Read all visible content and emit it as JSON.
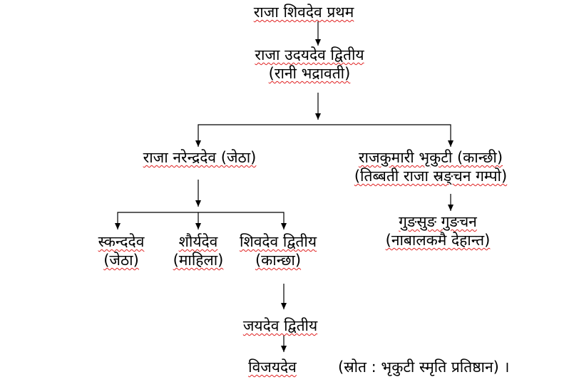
{
  "colors": {
    "line": "#000000",
    "spellcheck_underline": "#e02020"
  },
  "nodes": {
    "shivadeva_1": {
      "name": "राजा शिवदेव प्रथम"
    },
    "udayadeva_2": {
      "name": "राजा उदयदेव द्वितीय",
      "note": "(रानी भद्रावती)"
    },
    "narendradeva": {
      "name": "राजा नरेन्द्रदेव (जेठा)"
    },
    "bhrikuti": {
      "name": "राजकुमारी भृकुटी (कान्छी)",
      "note": "(तिब्बती राजा स्रङ्चन गम्पो)"
    },
    "skandadeva": {
      "name": "स्कन्ददेव",
      "note": "(जेठा)"
    },
    "shauryadeva": {
      "name": "शौर्यदेव",
      "note": "(माहिला)"
    },
    "shivadeva_2": {
      "name": "शिवदेव द्वितीय",
      "note": "(कान्छा)"
    },
    "gungsung": {
      "name": "गुङसुङ गुङचन",
      "note": "(नाबालकमै देहान्त)"
    },
    "jayadeva_2": {
      "name": "जयदेव द्वितीय"
    },
    "vijayadeva": {
      "name": "विजयदेव"
    }
  },
  "source_note": "(स्रोत : भृकुटी स्मृति प्रतिष्ठान) ।"
}
